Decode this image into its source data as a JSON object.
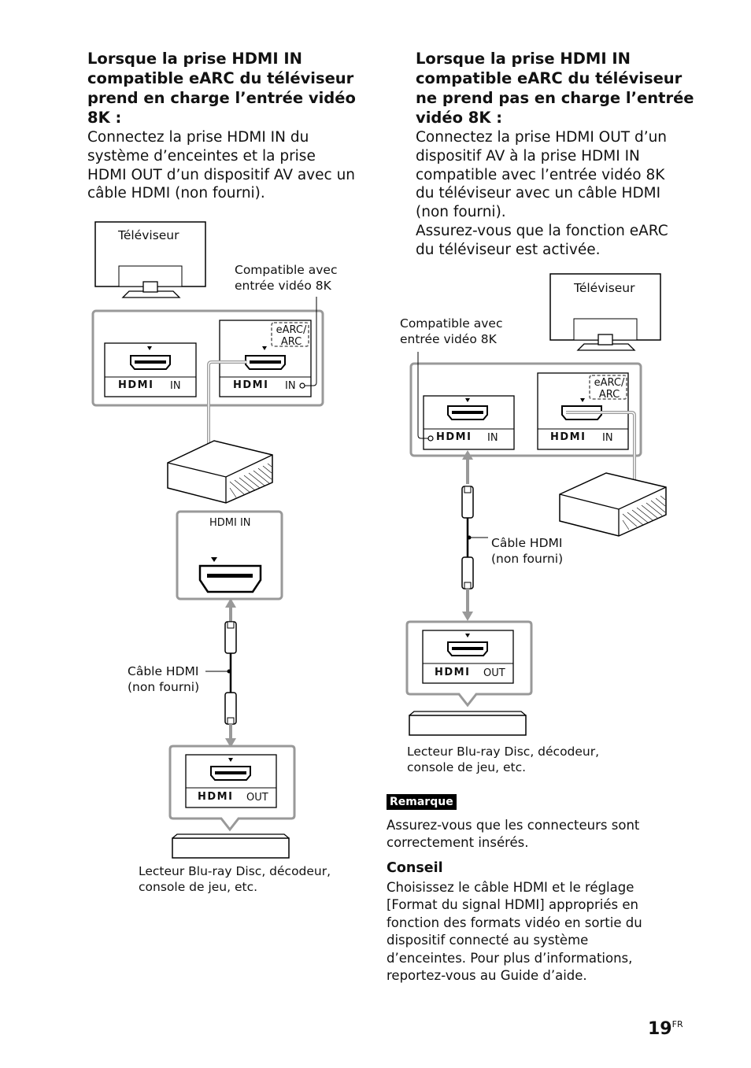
{
  "left": {
    "heading": [
      "Lorsque la prise HDMI IN",
      "compatible eARC du téléviseur",
      "prend en charge l’entrée vidéo",
      "8K :"
    ],
    "body": [
      "Connectez la prise HDMI IN du",
      "système d’enceintes et la prise",
      "HDMI OUT d’un dispositif AV avec un",
      "câble HDMI (non fourni)."
    ],
    "diagram": {
      "tv_label": "Téléviseur",
      "compat_label": [
        "Compatible avec",
        "entrée vidéo 8K"
      ],
      "earc_label": [
        "eARC/",
        "ARC"
      ],
      "hdmi_logo": "HDMI",
      "in_label": "IN",
      "soundbar_port_label": "HDMI IN",
      "cable_label": [
        "Câble HDMI",
        "(non fourni)"
      ],
      "out_label": "OUT",
      "player_label": [
        "Lecteur Blu-ray Disc, décodeur,",
        "console de jeu, etc."
      ]
    }
  },
  "right": {
    "heading": [
      "Lorsque la prise HDMI IN",
      "compatible eARC du téléviseur",
      "ne prend pas en charge l’entrée",
      "vidéo 8K :"
    ],
    "body": [
      "Connectez la prise HDMI OUT d’un",
      "dispositif AV à la prise HDMI IN",
      "compatible avec l’entrée vidéo 8K",
      "du téléviseur avec un câble HDMI",
      "(non fourni).",
      "Assurez-vous que la fonction eARC",
      "du téléviseur est activée."
    ],
    "diagram": {
      "tv_label": "Téléviseur",
      "compat_label": [
        "Compatible avec",
        "entrée vidéo 8K"
      ],
      "earc_label": [
        "eARC/",
        "ARC"
      ],
      "hdmi_logo": "HDMI",
      "in_label": "IN",
      "cable_label": [
        "Câble HDMI",
        "(non fourni)"
      ],
      "out_label": "OUT",
      "player_label": [
        "Lecteur Blu-ray Disc, décodeur,",
        "console de jeu, etc."
      ]
    },
    "note_badge": "Remarque",
    "note_text": [
      "Assurez-vous que les connecteurs sont",
      "correctement insérés."
    ],
    "tip_heading": "Conseil",
    "tip_text": [
      "Choisissez le câble HDMI et le réglage",
      "[Format du signal HDMI] appropriés en",
      "fonction des formats vidéo en sortie du",
      "dispositif connecté au système",
      "d’enceintes. Pour plus d’informations,",
      "reportez-vous au Guide d’aide."
    ]
  },
  "page": {
    "number": "19",
    "lang": "FR"
  }
}
